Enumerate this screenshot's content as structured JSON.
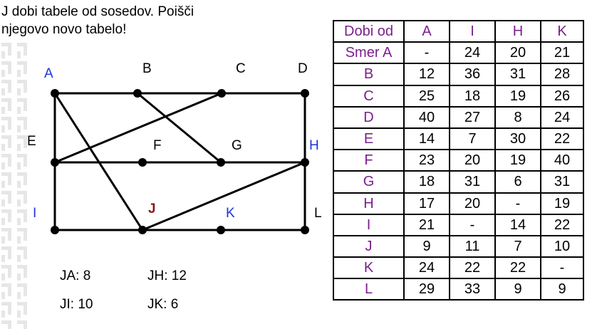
{
  "prompt": {
    "line1": "J dobi tabele od sosedov. Poišči",
    "line2": "njegovo novo tabelo!"
  },
  "colors": {
    "neighbor_label": "#1a35d6",
    "target_label": "#8b1a1a",
    "table_header": "#7a1f8c",
    "default_label": "#000000"
  },
  "graph": {
    "nodes": [
      {
        "id": "A",
        "label": "A",
        "kind": "neighbor"
      },
      {
        "id": "B",
        "label": "B",
        "kind": "plain"
      },
      {
        "id": "C",
        "label": "C",
        "kind": "plain"
      },
      {
        "id": "D",
        "label": "D",
        "kind": "plain"
      },
      {
        "id": "E",
        "label": "E",
        "kind": "plain"
      },
      {
        "id": "F",
        "label": "F",
        "kind": "plain"
      },
      {
        "id": "G",
        "label": "G",
        "kind": "plain"
      },
      {
        "id": "H",
        "label": "H",
        "kind": "neighbor"
      },
      {
        "id": "I",
        "label": "I",
        "kind": "neighbor"
      },
      {
        "id": "J",
        "label": "J",
        "kind": "target"
      },
      {
        "id": "K",
        "label": "K",
        "kind": "neighbor"
      },
      {
        "id": "L",
        "label": "L",
        "kind": "plain"
      }
    ],
    "edges": [
      [
        "A",
        "D"
      ],
      [
        "A",
        "E"
      ],
      [
        "A",
        "J"
      ],
      [
        "B",
        "G"
      ],
      [
        "C",
        "E"
      ],
      [
        "D",
        "L"
      ],
      [
        "E",
        "H"
      ],
      [
        "E",
        "I"
      ],
      [
        "H",
        "J"
      ],
      [
        "I",
        "L"
      ]
    ]
  },
  "distances": {
    "ja": "JA: 8",
    "jh": "JH: 12",
    "ji": "JI: 10",
    "jk": "JK: 6"
  },
  "table": {
    "headers": [
      "Dobi od",
      "A",
      "I",
      "H",
      "K"
    ],
    "rows": [
      [
        "Smer A",
        "-",
        "24",
        "20",
        "21"
      ],
      [
        "B",
        "12",
        "36",
        "31",
        "28"
      ],
      [
        "C",
        "25",
        "18",
        "19",
        "26"
      ],
      [
        "D",
        "40",
        "27",
        "8",
        "24"
      ],
      [
        "E",
        "14",
        "7",
        "30",
        "22"
      ],
      [
        "F",
        "23",
        "20",
        "19",
        "40"
      ],
      [
        "G",
        "18",
        "31",
        "6",
        "31"
      ],
      [
        "H",
        "17",
        "20",
        "-",
        "19"
      ],
      [
        "I",
        "21",
        "-",
        "14",
        "22"
      ],
      [
        "J",
        "9",
        "11",
        "7",
        "10"
      ],
      [
        "K",
        "24",
        "22",
        "22",
        "-"
      ],
      [
        "L",
        "29",
        "33",
        "9",
        "9"
      ]
    ]
  }
}
